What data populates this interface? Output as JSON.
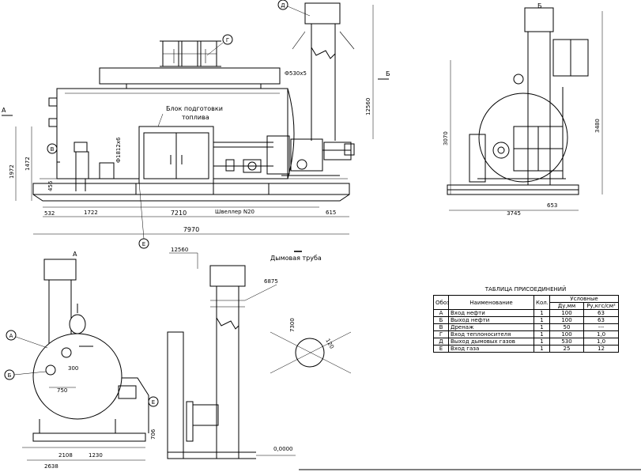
{
  "views": {
    "side": {
      "dims": {
        "overall_length": "7970",
        "base_length": "7210",
        "left_offset": "532",
        "segment_1722": "1722",
        "right_offset": "615",
        "height_1972": "1972",
        "height_1472": "1472",
        "height_456": "456",
        "diameter": "Ф1812х6",
        "flue_pipe": "Ф530х5",
        "stack_height": "12560"
      },
      "labels": {
        "fuel_block_line1": "Блок подготовки",
        "fuel_block_line2": "топлива",
        "channel": "Швеллер N20"
      },
      "markers": {
        "a": "А",
        "b": "Б",
        "v": "В",
        "g": "Г",
        "d": "Д",
        "e": "Е"
      }
    },
    "end": {
      "dims": {
        "height_3070": "3070",
        "height_3480": "3480",
        "width_3745": "3745",
        "offset_653": "653"
      },
      "markers": {
        "b": "Б"
      }
    },
    "front": {
      "dims": {
        "width_2638": "2638",
        "width_2108": "2108",
        "width_1230": "1230",
        "len_750": "750",
        "len_300": "300",
        "height_706": "706"
      },
      "markers": {
        "a_top": "А",
        "a": "А",
        "b": "Б",
        "e": "Е"
      }
    },
    "stack": {
      "title": "Дымовая труба",
      "dims": {
        "elev_top": "12560",
        "elev_mid": "6875",
        "elev_zero": "0,0000",
        "h_7300": "7300",
        "angle": "120"
      }
    }
  },
  "connections_table": {
    "title": "ТАБЛИЦА ПРИСОЕДИНЕНИЙ",
    "headers": {
      "designation": "Обоз.",
      "name": "Наименование",
      "qty": "Кол.",
      "conditional": "Условные",
      "du": "Ду,мм",
      "pressure": "Ру,кгс/см²"
    },
    "rows": [
      {
        "designation": "А",
        "name": "Вход нефти",
        "qty": "1",
        "du": "100",
        "pressure": "63"
      },
      {
        "designation": "Б",
        "name": "Выход нефти",
        "qty": "1",
        "du": "100",
        "pressure": "63"
      },
      {
        "designation": "В",
        "name": "Дренаж",
        "qty": "1",
        "du": "50",
        "pressure": "---"
      },
      {
        "designation": "Г",
        "name": "Вход теплоносителя",
        "qty": "1",
        "du": "100",
        "pressure": "1,0"
      },
      {
        "designation": "Д",
        "name": "Выход дымовых газов",
        "qty": "1",
        "du": "530",
        "pressure": "1,0"
      },
      {
        "designation": "Е",
        "name": "Вход газа",
        "qty": "1",
        "du": "25",
        "pressure": "12"
      }
    ]
  }
}
